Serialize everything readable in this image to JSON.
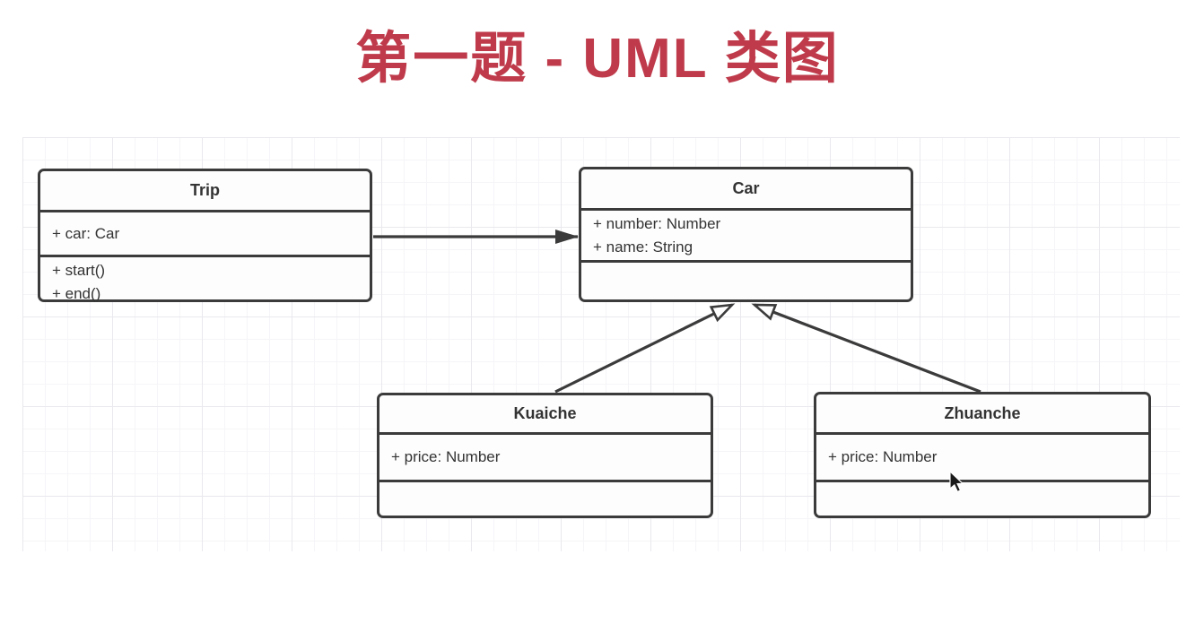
{
  "title": {
    "text": "第一题 - UML 类图",
    "color": "#bf3b4b"
  },
  "diagram": {
    "stroke_color": "#3b3b3b",
    "grid_minor_color": "#f5f5f8",
    "grid_major_color": "#e9e9ee",
    "classes": [
      {
        "name": "Trip",
        "attributes": [
          "+ car: Car"
        ],
        "methods": [
          "+ start()",
          "+ end()"
        ]
      },
      {
        "name": "Car",
        "attributes": [
          "+ number: Number",
          "+ name: String"
        ],
        "methods": []
      },
      {
        "name": "Kuaiche",
        "attributes": [
          "+ price: Number"
        ],
        "methods": []
      },
      {
        "name": "Zhuanche",
        "attributes": [
          "+ price: Number"
        ],
        "methods": []
      }
    ],
    "relations": [
      {
        "from": "Trip",
        "to": "Car",
        "type": "association",
        "arrowhead": "filled"
      },
      {
        "from": "Kuaiche",
        "to": "Car",
        "type": "inheritance",
        "arrowhead": "hollow-triangle"
      },
      {
        "from": "Zhuanche",
        "to": "Car",
        "type": "inheritance",
        "arrowhead": "hollow-triangle"
      }
    ]
  }
}
